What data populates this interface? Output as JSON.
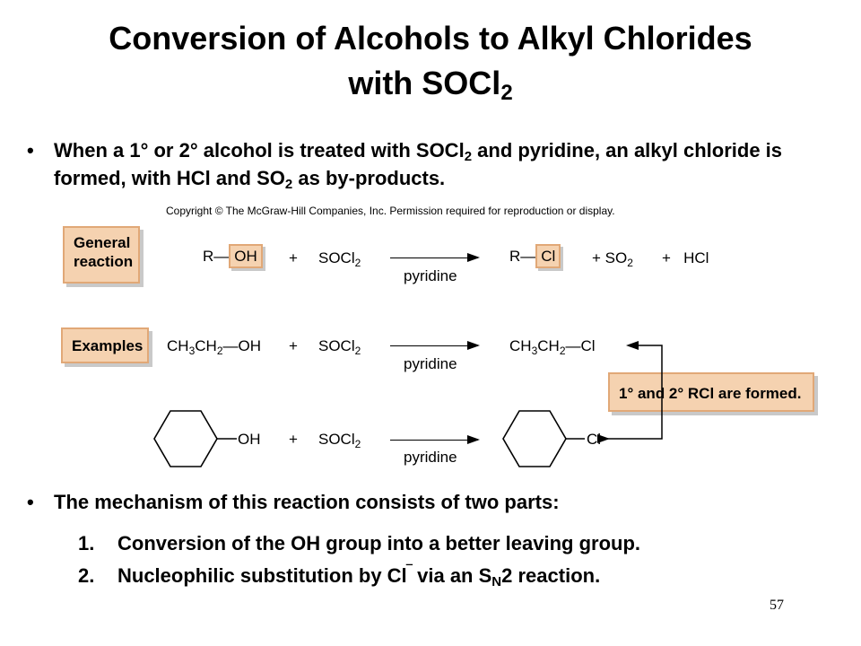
{
  "title": {
    "line1": "Conversion of Alcohols to Alkyl Chlorides",
    "line2_main": "with SOCl",
    "line2_sub": "2"
  },
  "bullet1": {
    "a": "When a 1° or 2° alcohol is treated with SOCl",
    "a_sub": "2",
    "b": " and pyridine, an alkyl chloride is formed, with HCl and SO",
    "b_sub": "2",
    "c": " as by-products."
  },
  "copyright": "Copyright © The McGraw-Hill Companies, Inc. Permission required for reproduction or display.",
  "figure": {
    "general_label_1": "General",
    "general_label_2": "reaction",
    "examples_label": "Examples",
    "callout": "1° and 2° RCl are formed.",
    "reagent": "SOCl",
    "reagent_sub": "2",
    "catalyst": "pyridine",
    "plus": "+",
    "general": {
      "r1": "R",
      "oh": "OH",
      "r2": "R",
      "cl": "Cl",
      "so": "+ SO",
      "so_sub": "2",
      "hcl": "+   HCl"
    },
    "ex1": {
      "reactant": "CH",
      "r_sub1": "3",
      "r_mid": "CH",
      "r_sub2": "2",
      "oh": "OH",
      "product": "CH",
      "p_sub1": "3",
      "p_mid": "CH",
      "p_sub2": "2",
      "cl": "Cl"
    },
    "ex2": {
      "oh": "OH",
      "cl": "Cl"
    }
  },
  "bullet2": "The mechanism of this reaction consists of two parts:",
  "steps": [
    {
      "num": "1.",
      "text": "Conversion of the OH group into a better leaving group."
    },
    {
      "num": "2.",
      "text_a": "Nucleophilic substitution by Cl",
      "text_sup": "‾",
      "text_b": " via an S",
      "text_sub": "N",
      "text_c": "2 reaction."
    }
  ],
  "page_number": "57"
}
